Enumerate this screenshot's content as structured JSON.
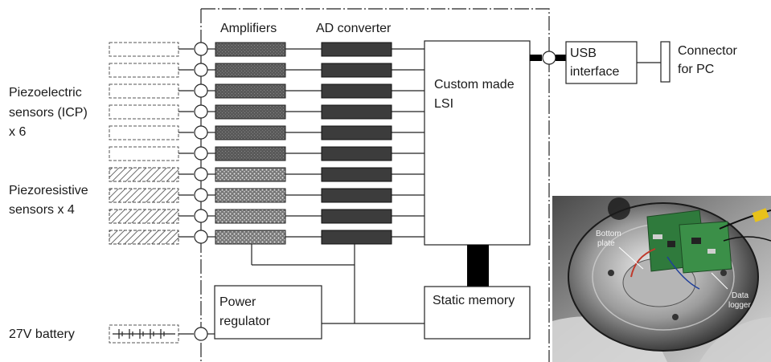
{
  "sections": {
    "amplifiers": "Amplifiers",
    "ad_converter": "AD converter"
  },
  "sensor_groups": {
    "piezoelectric": [
      "Piezoelectric",
      "sensors (ICP)",
      "x 6"
    ],
    "piezoresistive": [
      "Piezoresistive",
      "sensors x 4"
    ]
  },
  "blocks": {
    "lsi": [
      "Custom made",
      "LSI"
    ],
    "usb": [
      "USB",
      "interface"
    ],
    "connector": [
      "Connector",
      "for PC"
    ],
    "power": [
      "Power",
      "regulator"
    ],
    "memory": "Static memory"
  },
  "battery": "27V battery",
  "photo": {
    "labels": {
      "bottom_plate": [
        "Bottom",
        "plate"
      ],
      "data_logger": [
        "Data",
        "logger"
      ]
    }
  },
  "channels": {
    "piezoelectric_count": 6,
    "piezoresistive_count": 4
  },
  "colors": {
    "amp_dark": "#555555",
    "adc": "#3c3c3c",
    "sensor_dashed": "#555555",
    "line": "#222222"
  }
}
